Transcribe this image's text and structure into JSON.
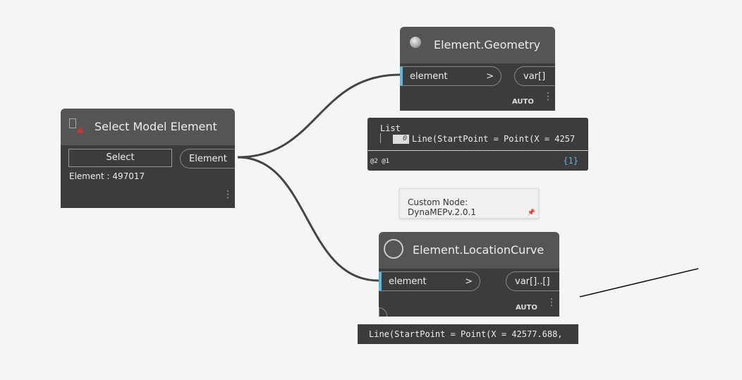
{
  "select_node": {
    "title": "Select Model Element",
    "button": "Select",
    "output": "Element",
    "value": "Element : 497017"
  },
  "geometry_node": {
    "title": "Element.Geometry",
    "input": "element",
    "output": "var[]",
    "lacing": "AUTO",
    "arrow": ">"
  },
  "watch": {
    "header": "List",
    "index": "0",
    "item": "Line(StartPoint = Point(X = 4257",
    "levels": "@2 @1",
    "count": "{1}"
  },
  "tooltip": {
    "text": "Custom Node: DynaMEPv.2.0.1"
  },
  "curve_node": {
    "title": "Element.LocationCurve",
    "input": "element",
    "output": "var[]..[]",
    "lacing": "AUTO",
    "arrow": ">"
  },
  "preview": {
    "text": "Line(StartPoint = Point(X = 42577.688,"
  }
}
